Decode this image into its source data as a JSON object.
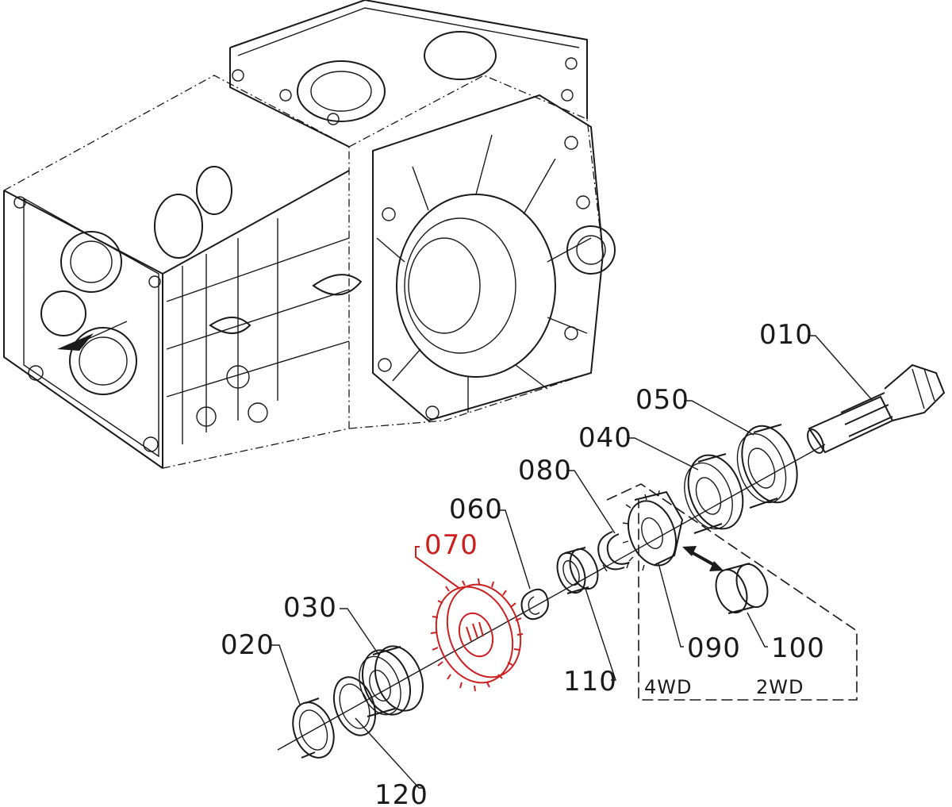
{
  "parts": [
    {
      "id": "010",
      "highlighted": false
    },
    {
      "id": "020",
      "highlighted": false
    },
    {
      "id": "030",
      "highlighted": false
    },
    {
      "id": "040",
      "highlighted": false
    },
    {
      "id": "050",
      "highlighted": false
    },
    {
      "id": "060",
      "highlighted": false
    },
    {
      "id": "070",
      "highlighted": true
    },
    {
      "id": "080",
      "highlighted": false
    },
    {
      "id": "090",
      "highlighted": false
    },
    {
      "id": "100",
      "highlighted": false
    },
    {
      "id": "110",
      "highlighted": false
    },
    {
      "id": "120",
      "highlighted": false
    }
  ],
  "variants": {
    "four_wd": "4WD",
    "two_wd": "2WD"
  },
  "colors": {
    "line": "#1a1a1a",
    "highlight": "#cc1f1f",
    "background": "#ffffff"
  }
}
